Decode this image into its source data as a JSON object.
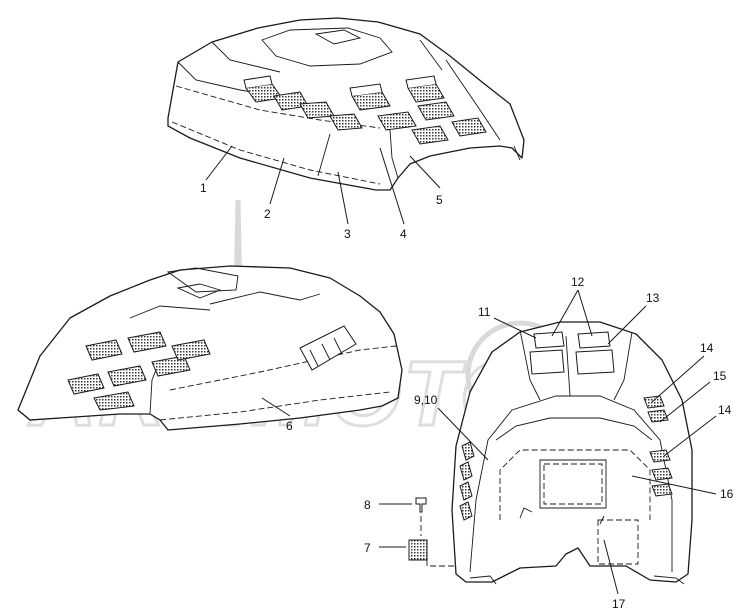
{
  "callouts": {
    "c1": "1",
    "c2": "2",
    "c3": "3",
    "c4": "4",
    "c5": "5",
    "c6": "6",
    "c7": "7",
    "c8": "8",
    "c9_10": "9,10",
    "c11": "11",
    "c12": "12",
    "c13": "13",
    "c14a": "14",
    "c14b": "14",
    "c15": "15",
    "c16": "16",
    "c17": "17"
  },
  "colors": {
    "line": "#1a1a1a",
    "watermark": "#d9d9d9",
    "background": "#ffffff"
  }
}
